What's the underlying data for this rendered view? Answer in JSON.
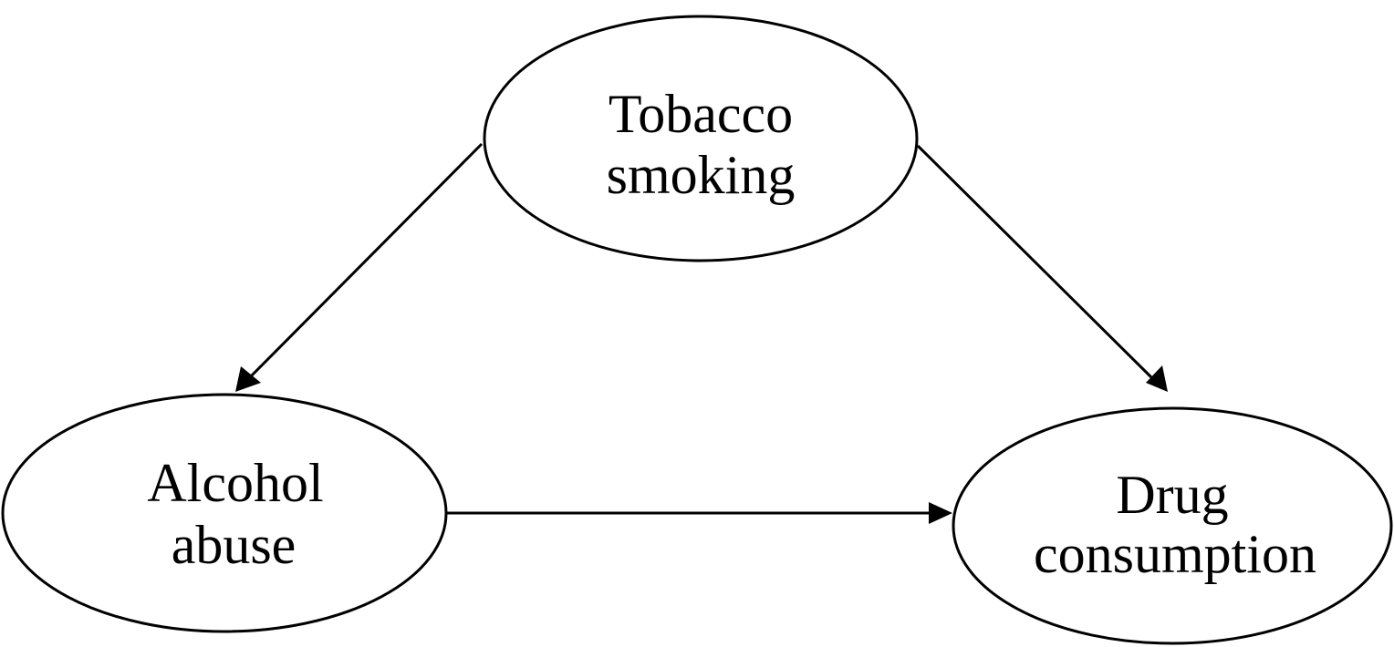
{
  "diagram": {
    "nodes": [
      {
        "id": "tobacco",
        "label_line1": "Tobacco",
        "label_line2": "smoking"
      },
      {
        "id": "alcohol",
        "label_line1": "Alcohol",
        "label_line2": "abuse"
      },
      {
        "id": "drug",
        "label_line1": "Drug",
        "label_line2": "consumption"
      }
    ],
    "edges": [
      {
        "from": "tobacco",
        "to": "alcohol"
      },
      {
        "from": "tobacco",
        "to": "drug"
      },
      {
        "from": "alcohol",
        "to": "drug"
      }
    ],
    "colors": {
      "stroke": "#000000",
      "fill": "#ffffff",
      "text": "#000000"
    }
  }
}
